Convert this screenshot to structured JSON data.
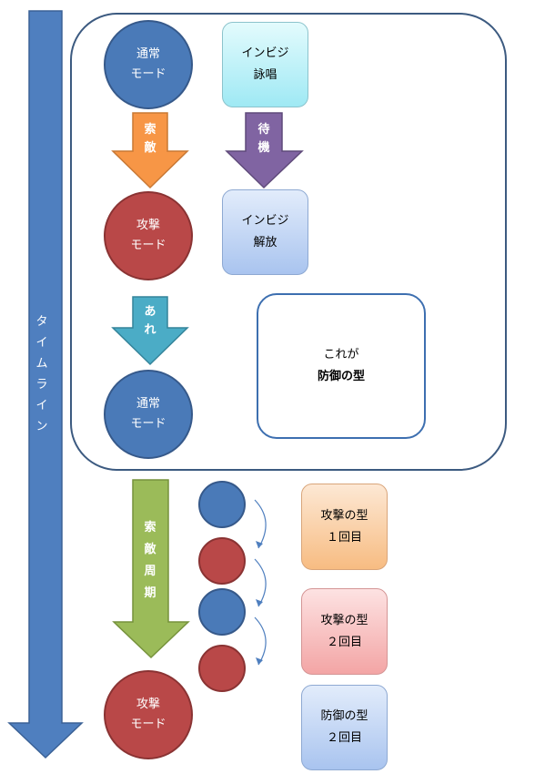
{
  "timeline": {
    "label_chars": [
      "タ",
      "イ",
      "ム",
      "ラ",
      "イ",
      "ン"
    ]
  },
  "nodes": {
    "normal_mode_1": {
      "line1": "通常",
      "line2": "モード"
    },
    "attack_mode_1": {
      "line1": "攻撃",
      "line2": "モード"
    },
    "normal_mode_2": {
      "line1": "通常",
      "line2": "モード"
    },
    "attack_mode_2": {
      "line1": "攻撃",
      "line2": "モード"
    }
  },
  "boxes": {
    "invisible_cast": {
      "line1": "インビジ",
      "line2": "詠唱"
    },
    "invisible_release": {
      "line1": "インビジ",
      "line2": "解放"
    },
    "defense_pattern": {
      "line1": "これが",
      "line2": "防御の型"
    },
    "attack_pattern_1": {
      "line1": "攻撃の型",
      "line2": "１回目"
    },
    "attack_pattern_2": {
      "line1": "攻撃の型",
      "line2": "２回目"
    },
    "defense_pattern_2": {
      "line1": "防御の型",
      "line2": "２回目"
    }
  },
  "arrows": {
    "search": {
      "chars": [
        "索",
        "敵"
      ]
    },
    "wait": {
      "chars": [
        "待",
        "機"
      ]
    },
    "that": {
      "chars": [
        "あ",
        "れ"
      ]
    },
    "search_period": {
      "chars": [
        "索",
        "敵",
        "周",
        "期"
      ]
    }
  },
  "colors": {
    "timeline": "#4f7fbf",
    "search_arrow": "#f79646",
    "wait_arrow": "#8064a2",
    "that_arrow": "#4bacc6",
    "search_period_arrow": "#9bbb59",
    "normal_mode": "#4a7ab8",
    "attack_mode": "#b94848"
  }
}
